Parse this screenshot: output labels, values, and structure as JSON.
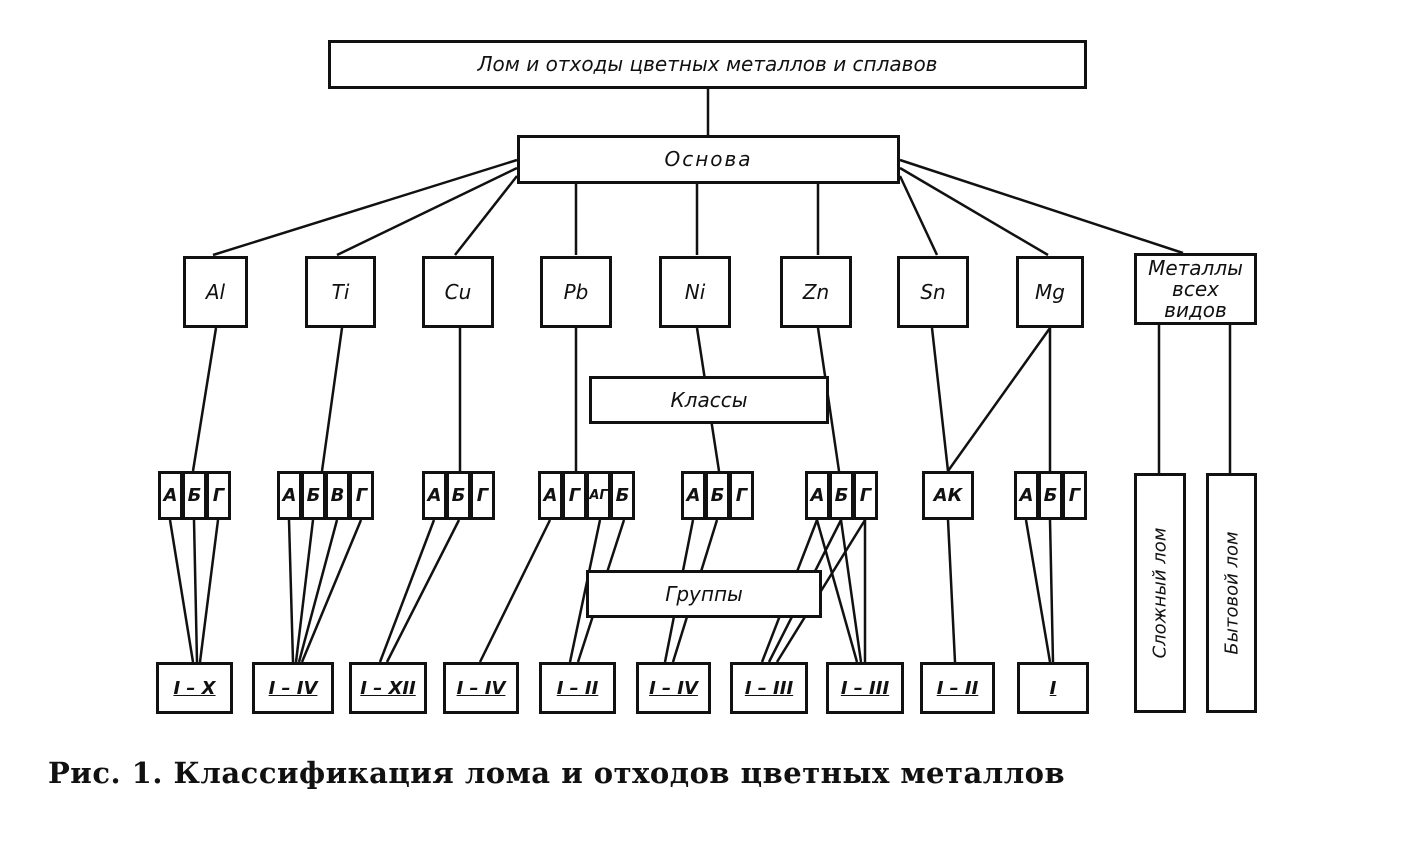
{
  "diagram": {
    "root": "Лом и отходы цветных металлов и сплавов",
    "basis": "Основа",
    "metals": [
      "Al",
      "Ti",
      "Cu",
      "Pb",
      "Ni",
      "Zn",
      "Sn",
      "Mg"
    ],
    "all_metals": "Металлы всех видов",
    "classes_label": "Классы",
    "groups_label": "Группы",
    "class_cells": {
      "al": [
        "А",
        "Б",
        "Г"
      ],
      "ti": [
        "А",
        "Б",
        "В",
        "Г"
      ],
      "cu": [
        "А",
        "Б",
        "Г"
      ],
      "pb": [
        "А",
        "Г",
        "АГ",
        "Б"
      ],
      "ni": [
        "А",
        "Б",
        "Г"
      ],
      "zn": [
        "А",
        "Б",
        "Г"
      ],
      "sn": [
        "АК"
      ],
      "mg": [
        "А",
        "Б",
        "Г"
      ]
    },
    "groups": [
      "I – X",
      "I – IV",
      "I – XII",
      "I – IV",
      "I – II",
      "I – IV",
      "I – III",
      "I – III",
      "I – II",
      "I"
    ],
    "complex_scrap": "Сложный лом",
    "household_scrap": "Бытовой лом"
  },
  "caption": "Рис. 1. Классификация лома и отходов цветных металлов"
}
